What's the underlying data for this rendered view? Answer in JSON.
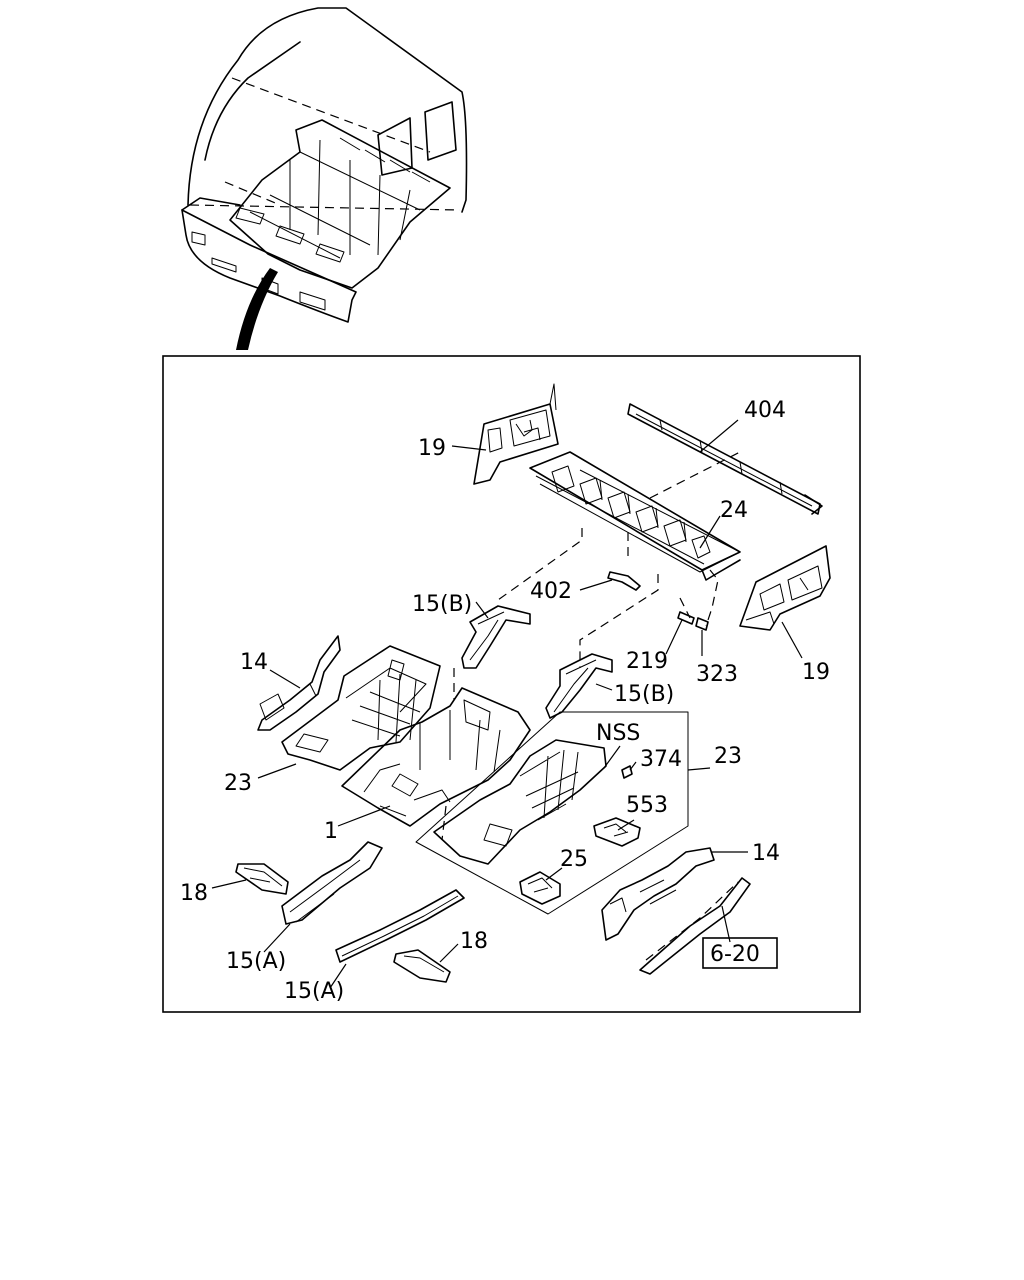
{
  "callouts": {
    "c404": "404",
    "c19_top": "19",
    "c24": "24",
    "c402": "402",
    "c15b_left": "15(B)",
    "c14_left": "14",
    "c219": "219",
    "c323": "323",
    "c19_right": "19",
    "c15b_right": "15(B)",
    "c23_left": "23",
    "c1": "1",
    "c nss": "NSS",
    "c374": "374",
    "c23_right": "23",
    "c553": "553",
    "c25": "25",
    "c14_right": "14",
    "c18_left": "18",
    "c15a_left": "15(A)",
    "c18_bottom": "18",
    "c15a_bottom": "15(A)",
    "ref": "6-20"
  }
}
